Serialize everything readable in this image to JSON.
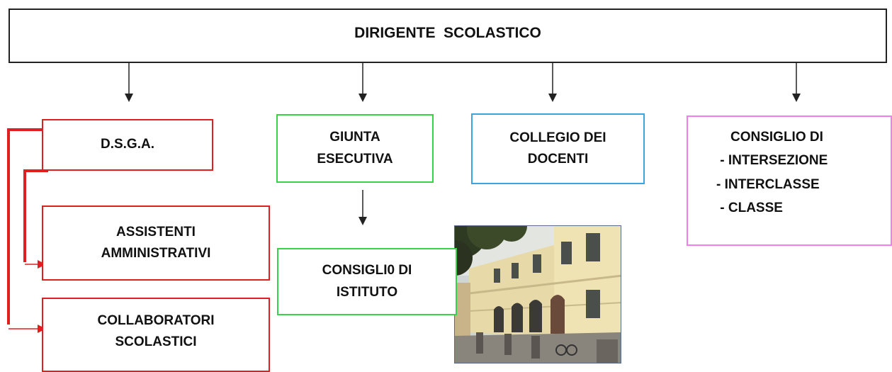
{
  "root": {
    "label": "DIRIGENTE  SCOLASTICO"
  },
  "dsga": {
    "label": "D.S.G.A."
  },
  "assistenti": {
    "line1": "ASSISTENTI",
    "line2": "AMMINISTRATIVI"
  },
  "collaboratori": {
    "line1": "COLLABORATORI",
    "line2": "SCOLASTICI"
  },
  "giunta": {
    "line1": "GIUNTA",
    "line2": "ESECUTIVA"
  },
  "collegio": {
    "line1": "COLLEGIO DEI",
    "line2": "DOCENTI"
  },
  "consiglio_istituto": {
    "line1": "CONSIGLI0 DI",
    "line2": "ISTITUTO"
  },
  "consiglio_organi": {
    "line1": "CONSIGLIO DI",
    "line2": " - INTERSEZIONE",
    "line3": "- INTERCLASSE",
    "line4": " - CLASSE"
  },
  "colors": {
    "red": "#e02020",
    "green": "#3ad24a",
    "blue": "#3aa6dc",
    "pink": "#f07ef0"
  }
}
